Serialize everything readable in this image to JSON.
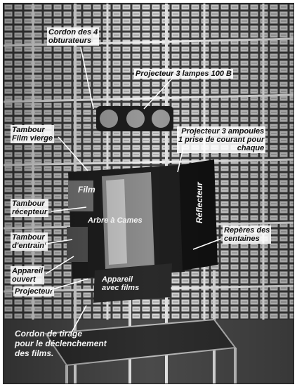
{
  "labels": {
    "cordon_obturateurs": "Cordon des 4\nobturateurs",
    "projecteur_3_lampes": "Projecteur 3 lampes 100 B",
    "tambour_film_vierge": "Tambour\nFilm vierge",
    "projecteur_3_ampoules": "Projecteur 3 ampoules\n1 prise de courant pour\nchaque",
    "film": "Film",
    "reflecteur": "Réflecteur",
    "tambour_recepteur": "Tambour\nrécepteur",
    "arbre_a_cames": "Arbre à Cames",
    "reperes_centaines": "Repères des\ncentaines",
    "tambour_entrain": "Tambour\nd'entrain'",
    "appareil_ouvert": "Appareil\nouvert",
    "appareil_avec_films": "Appareil\navec films",
    "projecteur": "Projecteur",
    "cordon_tirage": "Cordon de tirage\npour le déclenchement\ndes films."
  }
}
